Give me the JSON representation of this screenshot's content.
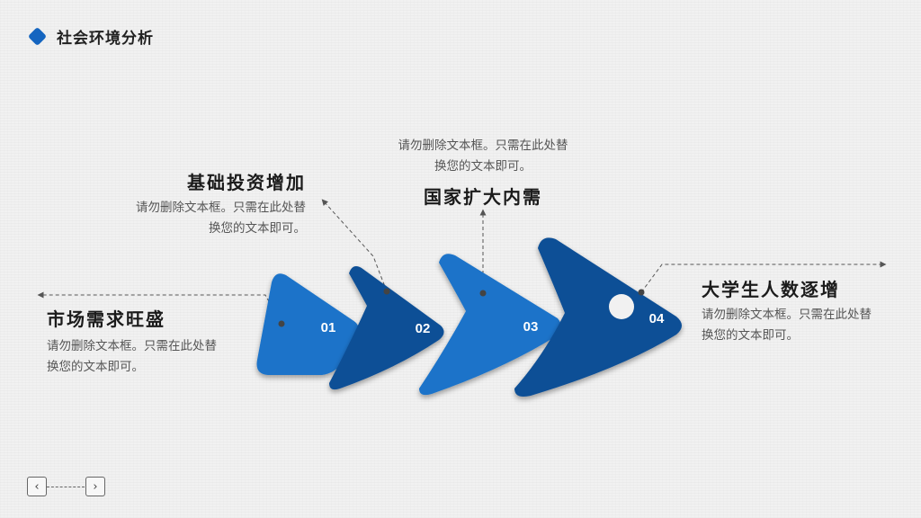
{
  "header": {
    "title": "社会环境分析"
  },
  "items": [
    {
      "number": "01",
      "title": "市场需求旺盛",
      "desc_line1": "请勿删除文本框。只需在此处替",
      "desc_line2": "换您的文本即可。"
    },
    {
      "number": "02",
      "title": "基础投资增加",
      "desc_line1": "请勿删除文本框。只需在此处替",
      "desc_line2": "换您的文本即可。"
    },
    {
      "number": "03",
      "title": "国家扩大内需",
      "desc_line1": "请勿删除文本框。只需在此处替",
      "desc_line2": "换您的文本即可。"
    },
    {
      "number": "04",
      "title": "大学生人数逐增",
      "desc_line1": "请勿删除文本框。只需在此处替",
      "desc_line2": "换您的文本即可。"
    }
  ],
  "colors": {
    "light_blue": "#1a73c9",
    "dark_blue": "#0d4f96",
    "accent": "#1565c0"
  },
  "nav": {
    "prev_icon": "chevron-left-icon",
    "next_icon": "chevron-right-icon"
  }
}
